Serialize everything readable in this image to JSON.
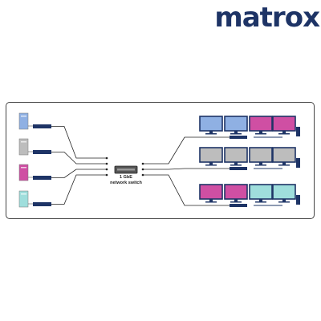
{
  "brand": {
    "logo_text": "matrox",
    "color": "#1e3466"
  },
  "switch": {
    "line1": "1 GbE",
    "line2": "network switch"
  },
  "colors": {
    "blue": "#8fb0e3",
    "gray": "#bdbdbd",
    "magenta": "#cf4fa3",
    "cyan": "#9fdedc",
    "navy": "#1e3466"
  },
  "sources": [
    "blue",
    "gray",
    "magenta",
    "cyan"
  ],
  "walls": [
    [
      "blue",
      "blue",
      "magenta",
      "magenta"
    ],
    [
      "gray",
      "gray",
      "gray",
      "gray"
    ],
    [
      "magenta",
      "magenta",
      "cyan",
      "cyan"
    ]
  ]
}
